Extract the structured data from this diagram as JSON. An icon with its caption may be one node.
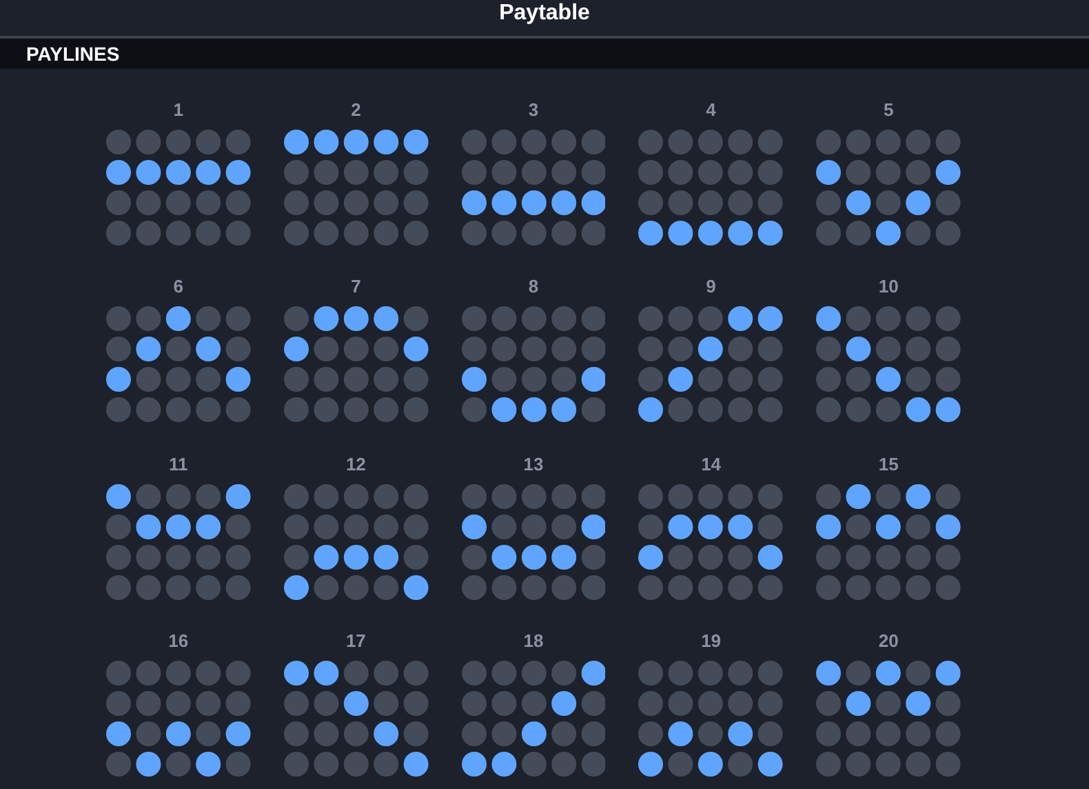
{
  "diagram": {
    "title": "Paytable",
    "labels": [
      "PAYLINES",
      "1",
      "2",
      "3",
      "4",
      "5",
      "6",
      "7",
      "8",
      "9",
      "10",
      "11",
      "12",
      "13",
      "14",
      "15",
      "16",
      "17",
      "18",
      "19",
      "20"
    ]
  }
}
